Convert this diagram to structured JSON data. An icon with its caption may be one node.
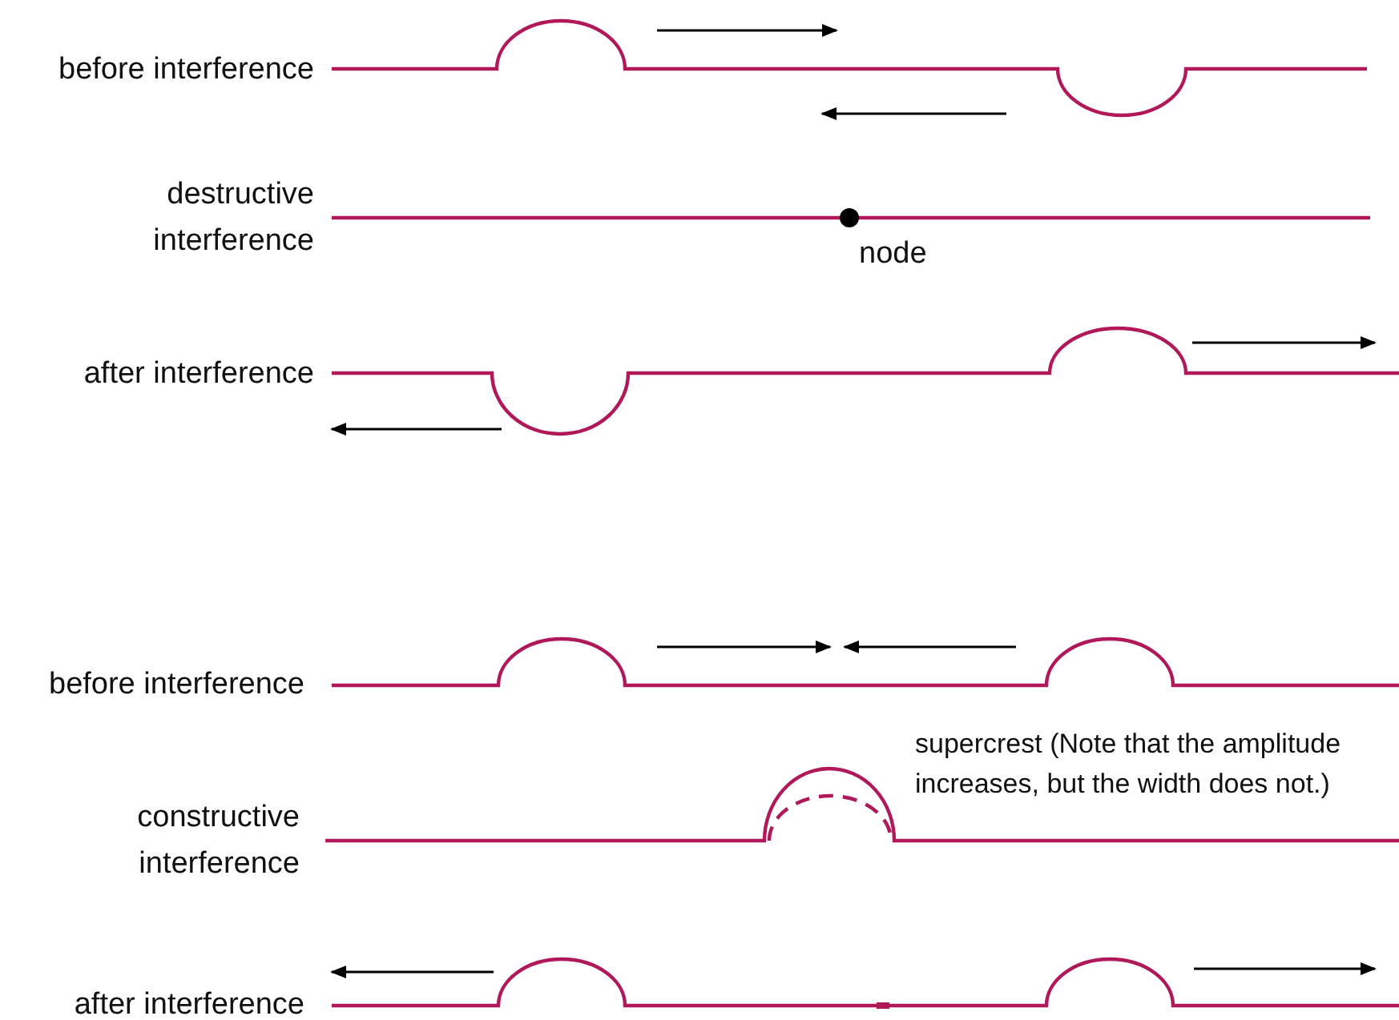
{
  "diagram": {
    "labels": [
      "before interference",
      "destructive interference",
      "node",
      "after interference",
      "before interference",
      "constructive interference",
      "supercrest (Note that the amplitude increases, but the width does not.)",
      "after interference"
    ]
  }
}
